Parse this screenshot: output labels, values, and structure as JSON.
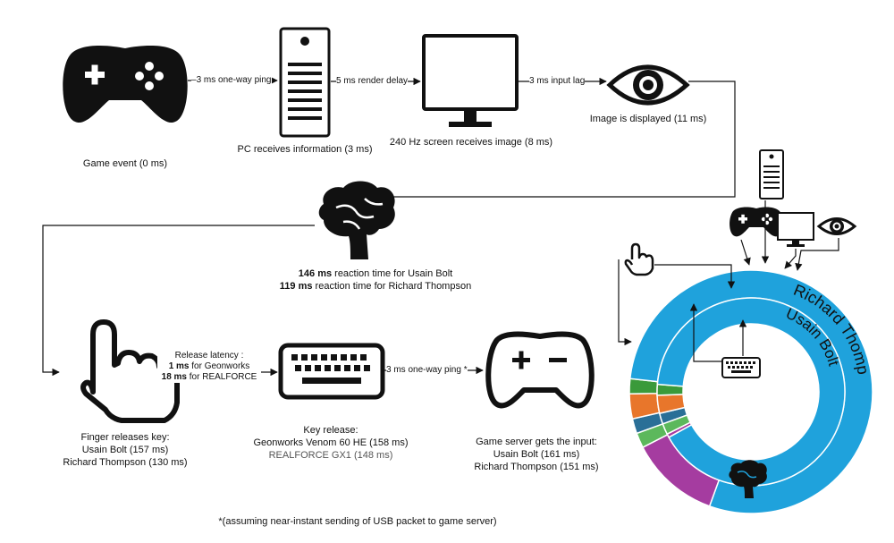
{
  "nodes": {
    "game_event": {
      "label": "Game event (0 ms)"
    },
    "pc": {
      "label": "PC receives information (3 ms)"
    },
    "screen": {
      "label": "240 Hz screen receives image (8 ms)"
    },
    "eye": {
      "label": "Image is displayed (11 ms)"
    },
    "brain": {
      "bolt_value": "146 ms",
      "bolt_text": "reaction time for Usain Bolt",
      "thompson_value": "119 ms",
      "thompson_text": "reaction time for Richard Thompson"
    },
    "finger": {
      "title": "Finger releases key:",
      "bolt": "Usain Bolt (157 ms)",
      "thompson": "Richard Thompson (130 ms)"
    },
    "keyboard": {
      "title": "Key release:",
      "geonworks": "Geonworks Venom 60 HE (158 ms)",
      "realforce": "REALFORCE GX1 (148 ms)"
    },
    "server": {
      "title": "Game server gets the input:",
      "bolt": "Usain Bolt (161 ms)",
      "thompson": "Richard Thompson (151 ms)"
    }
  },
  "edges": {
    "ping1": "3 ms one-way ping",
    "render": "5 ms render delay",
    "input_lag": "3 ms input lag",
    "release_title": "Release latency :",
    "release_geon_value": "1 ms",
    "release_geon_text": "for Geonworks",
    "release_rf_value": "18 ms",
    "release_rf_text": "for REALFORCE",
    "ping2": "3 ms one-way ping *"
  },
  "footnote": "*(assuming near-instant sending of USB packet to game server)",
  "ring_labels": {
    "outer": "Richard Thompson",
    "inner": "Usain Bolt"
  },
  "chart_data": {
    "type": "donut",
    "unit": "ms",
    "series": [
      {
        "name": "Richard Thompson",
        "segments": [
          {
            "stage": "ping",
            "value": 3,
            "color": "#2a6f97"
          },
          {
            "stage": "render",
            "value": 5,
            "color": "#e8762b"
          },
          {
            "stage": "input lag",
            "value": 3,
            "color": "#3a9a3a"
          },
          {
            "stage": "reaction",
            "value": 119,
            "color": "#1fa2dc"
          },
          {
            "stage": "release",
            "value": 18,
            "color": "#a53ca0"
          },
          {
            "stage": "ping",
            "value": 3,
            "color": "#5cb85c"
          }
        ]
      },
      {
        "name": "Usain Bolt",
        "segments": [
          {
            "stage": "ping",
            "value": 3,
            "color": "#2a6f97"
          },
          {
            "stage": "render",
            "value": 5,
            "color": "#e8762b"
          },
          {
            "stage": "input lag",
            "value": 3,
            "color": "#3a9a3a"
          },
          {
            "stage": "reaction",
            "value": 146,
            "color": "#1fa2dc"
          },
          {
            "stage": "release",
            "value": 1,
            "color": "#a53ca0"
          },
          {
            "stage": "ping",
            "value": 3,
            "color": "#5cb85c"
          }
        ]
      }
    ]
  }
}
